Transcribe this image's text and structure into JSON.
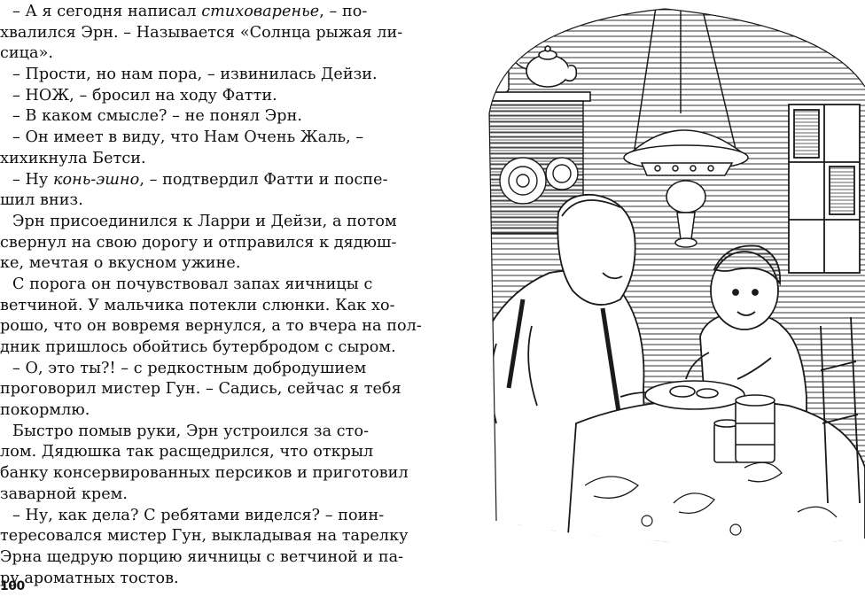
{
  "page": {
    "number": "100",
    "lines": [
      {
        "pre": "– А я сегодня написал ",
        "em": "стиховаренье",
        "post": ", – по-",
        "indent": true
      },
      {
        "pre": "хвалился Эрн. – Называется «Солнца рыжая ли-",
        "em": "",
        "post": "",
        "indent": false
      },
      {
        "pre": "сица».",
        "em": "",
        "post": "",
        "indent": false
      },
      {
        "pre": "– Прости, но нам пора, – извинилась Дейзи.",
        "em": "",
        "post": "",
        "indent": true
      },
      {
        "pre": "– НОЖ, – бросил на ходу Фатти.",
        "em": "",
        "post": "",
        "indent": true
      },
      {
        "pre": "– В каком смысле? – не понял Эрн.",
        "em": "",
        "post": "",
        "indent": true
      },
      {
        "pre": "– Он имеет в виду, что Нам Очень Жаль, –",
        "em": "",
        "post": "",
        "indent": true
      },
      {
        "pre": "хихикнула Бетси.",
        "em": "",
        "post": "",
        "indent": false
      },
      {
        "pre": "– Ну ",
        "em": "конь-эшно",
        "post": ", – подтвердил Фатти и поспе-",
        "indent": true
      },
      {
        "pre": "шил вниз.",
        "em": "",
        "post": "",
        "indent": false
      },
      {
        "pre": "Эрн присоединился к Ларри и Дейзи, а потом",
        "em": "",
        "post": "",
        "indent": true
      },
      {
        "pre": "свернул на свою дорогу и отправился к дядюш-",
        "em": "",
        "post": "",
        "indent": false
      },
      {
        "pre": "ке, мечтая о вкусном ужине.",
        "em": "",
        "post": "",
        "indent": false
      },
      {
        "pre": "С порога он почувствовал запах яичницы с",
        "em": "",
        "post": "",
        "indent": true
      },
      {
        "pre": "ветчиной. У мальчика потекли слюнки. Как хо-",
        "em": "",
        "post": "",
        "indent": false
      },
      {
        "pre": "рошо, что он вовремя вернулся, а то вчера на пол-",
        "em": "",
        "post": "",
        "indent": false
      },
      {
        "pre": "дник пришлось обойтись бутербродом с сыром.",
        "em": "",
        "post": "",
        "indent": false
      },
      {
        "pre": "– О, это ты?! – с редкостным добродушием",
        "em": "",
        "post": "",
        "indent": true
      },
      {
        "pre": "проговорил мистер Гун. – Садись, сейчас я тебя",
        "em": "",
        "post": "",
        "indent": false
      },
      {
        "pre": "покормлю.",
        "em": "",
        "post": "",
        "indent": false
      },
      {
        "pre": "Быстро помыв руки, Эрн устроился за сто-",
        "em": "",
        "post": "",
        "indent": true
      },
      {
        "pre": "лом. Дядюшка так расщедрился, что открыл",
        "em": "",
        "post": "",
        "indent": false
      },
      {
        "pre": "банку консервированных персиков и приготовил",
        "em": "",
        "post": "",
        "indent": false
      },
      {
        "pre": "заварной крем.",
        "em": "",
        "post": "",
        "indent": false
      },
      {
        "pre": "– Ну, как дела? С ребятами виделся? – поин-",
        "em": "",
        "post": "",
        "indent": true
      },
      {
        "pre": "тересовался мистер Гун, выкладывая на тарелку",
        "em": "",
        "post": "",
        "indent": false
      },
      {
        "pre": "Эрна щедрую порцию яичницы с ветчиной и па-",
        "em": "",
        "post": "",
        "indent": false
      },
      {
        "pre": "ру ароматных тостов.",
        "em": "",
        "post": "",
        "indent": false
      }
    ]
  },
  "illustration": {
    "ink_color": "#1a1a1a",
    "paper_color": "#ffffff"
  }
}
